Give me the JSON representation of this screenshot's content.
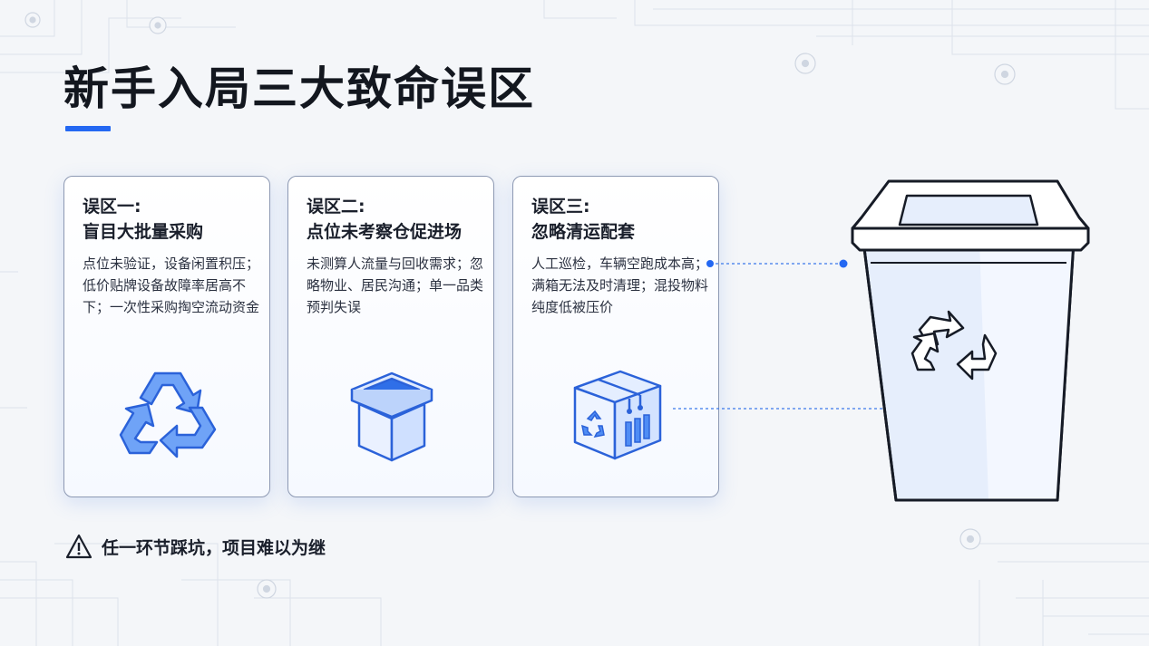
{
  "title": "新手入局三大致命误区",
  "colors": {
    "accent": "#2468f2",
    "icon_fill": "#4f8df5",
    "icon_stroke": "#2b62d9",
    "card_border": "#8d99b3"
  },
  "cards": [
    {
      "heading_line1": "误区一:",
      "heading_line2": "盲目大批量采购",
      "body": "点位未验证，设备闲置积压；低价贴牌设备故障率居高不下；一次性采购掏空流动资金",
      "icon": "recycle-icon"
    },
    {
      "heading_line1": "误区二:",
      "heading_line2": "点位未考察仓促进场",
      "body": "未测算人流量与回收需求；忽略物业、居民沟通；单一品类预判失误",
      "icon": "box-icon"
    },
    {
      "heading_line1": "误区三:",
      "heading_line2": "忽略清运配套",
      "body": "人工巡检，车辆空跑成本高；满箱无法及时清理；混投物料纯度低被压价",
      "icon": "recycle-crate-icon"
    }
  ],
  "footer": {
    "icon": "warning-icon",
    "text": "任一环节踩坑，项目难以为继"
  },
  "illustration": {
    "icon": "recycling-bin-icon"
  }
}
